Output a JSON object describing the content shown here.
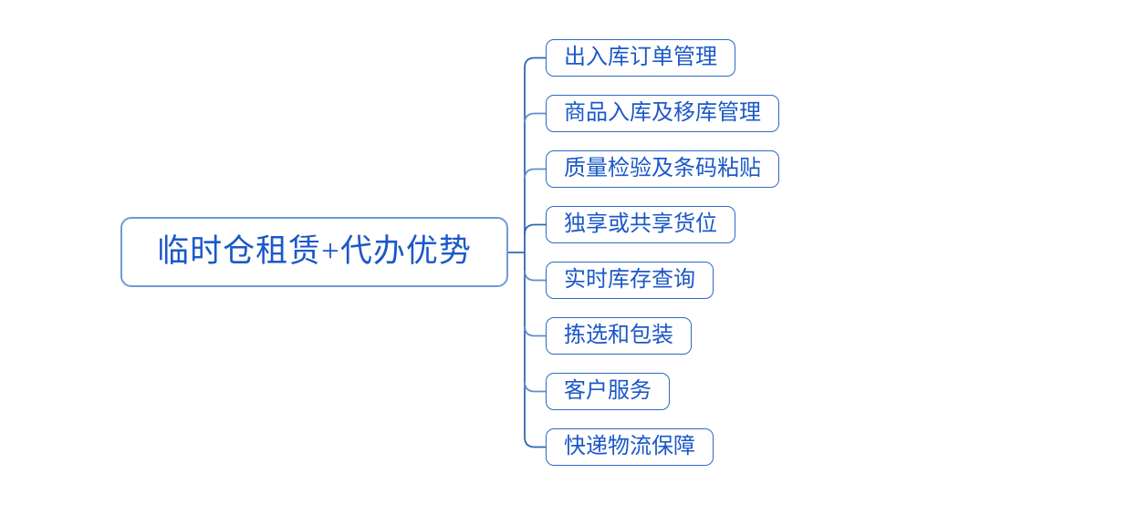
{
  "diagram": {
    "type": "mindmap",
    "root": {
      "label": "临时仓租赁+代办优势"
    },
    "branches": [
      {
        "label": "出入库订单管理"
      },
      {
        "label": "商品入库及移库管理"
      },
      {
        "label": "质量检验及条码粘贴"
      },
      {
        "label": "独享或共享货位"
      },
      {
        "label": "实时库存查询"
      },
      {
        "label": "拣选和包装"
      },
      {
        "label": "客户服务"
      },
      {
        "label": "快递物流保障"
      }
    ],
    "colors": {
      "node_text": "#1b58c8",
      "branch_border": "#2e6ac4",
      "root_border": "#7099d4",
      "connector_dark": "#2f66b4",
      "connector_light": "#5f8dcb",
      "background": "#ffffff"
    }
  }
}
